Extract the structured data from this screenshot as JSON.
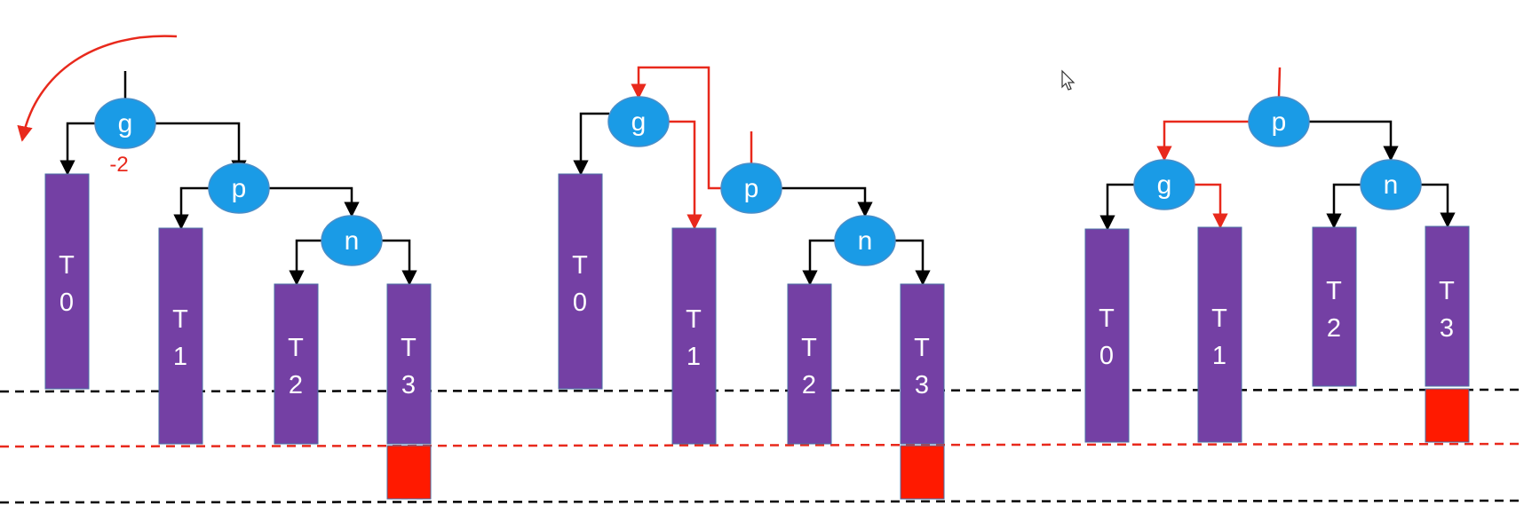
{
  "colors": {
    "node_fill": "#1a9be6",
    "node_text": "#ffffff",
    "subtree_fill": "#7440a4",
    "subtree_text": "#ffffff",
    "overflow_fill": "#ff1a00",
    "black_edge": "#000000",
    "red_edge": "#e8291c",
    "balance_label": "#e8291c"
  },
  "diagrams": [
    {
      "name": "before-rotation",
      "nodes": [
        {
          "id": "g",
          "label": "g"
        },
        {
          "id": "p",
          "label": "p"
        },
        {
          "id": "n",
          "label": "n"
        }
      ],
      "subtrees": [
        {
          "id": "T0",
          "label": "T 0"
        },
        {
          "id": "T1",
          "label": "T 1"
        },
        {
          "id": "T2",
          "label": "T 2"
        },
        {
          "id": "T3",
          "label": "T 3"
        }
      ],
      "balance_factor": "-2",
      "rotation_arrow": "counterclockwise"
    },
    {
      "name": "during-rotation",
      "nodes": [
        {
          "id": "g",
          "label": "g"
        },
        {
          "id": "p",
          "label": "p"
        },
        {
          "id": "n",
          "label": "n"
        }
      ],
      "subtrees": [
        {
          "id": "T0",
          "label": "T 0"
        },
        {
          "id": "T1",
          "label": "T 1"
        },
        {
          "id": "T2",
          "label": "T 2"
        },
        {
          "id": "T3",
          "label": "T 3"
        }
      ]
    },
    {
      "name": "after-rotation",
      "nodes": [
        {
          "id": "p",
          "label": "p"
        },
        {
          "id": "g",
          "label": "g"
        },
        {
          "id": "n",
          "label": "n"
        }
      ],
      "subtrees": [
        {
          "id": "T0",
          "label": "T 0"
        },
        {
          "id": "T1",
          "label": "T 1"
        },
        {
          "id": "T2",
          "label": "T 2"
        },
        {
          "id": "T3",
          "label": "T 3"
        }
      ]
    }
  ],
  "reference_lines": [
    {
      "name": "original-height-line",
      "color": "#000000"
    },
    {
      "name": "insert-height-line",
      "color": "#e8291c"
    },
    {
      "name": "overflow-height-line",
      "color": "#000000"
    }
  ],
  "cursor": "mouse-pointer-icon"
}
